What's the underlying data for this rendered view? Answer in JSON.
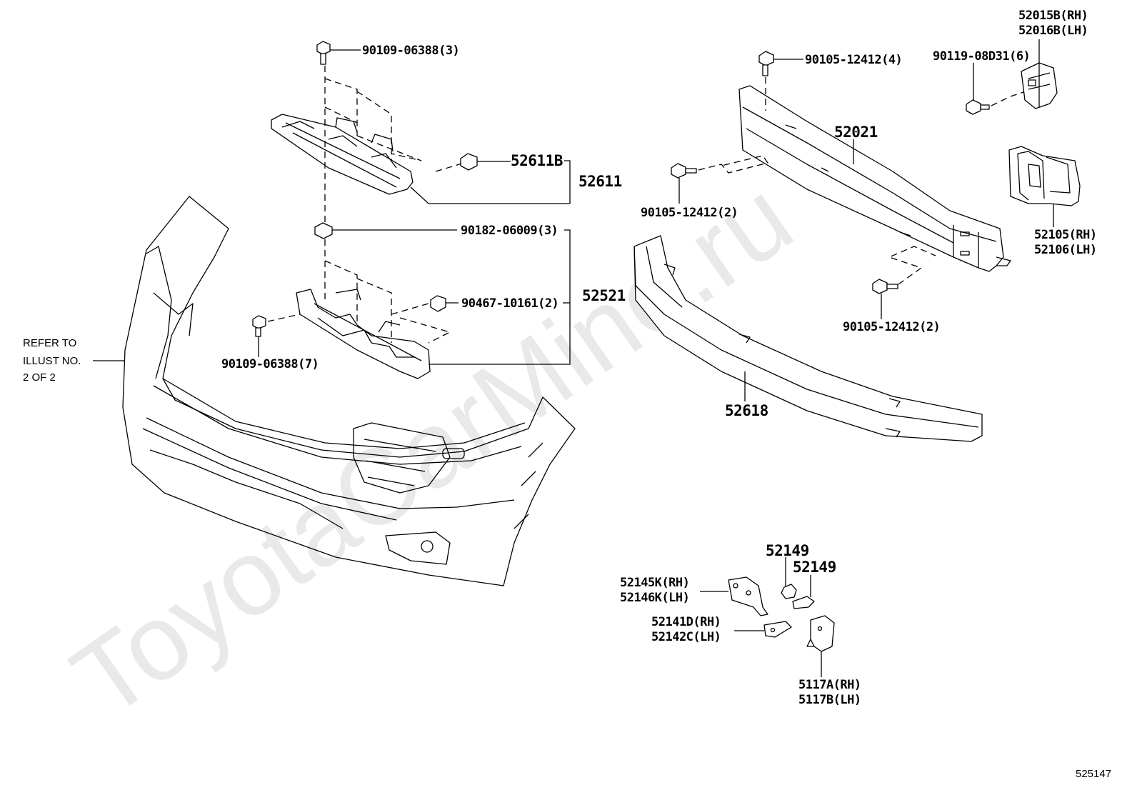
{
  "watermark": "ToyotaCarMine.ru",
  "catalog_number": "525147",
  "refer_note": [
    "REFER TO",
    "ILLUST NO.",
    "2 OF 2"
  ],
  "labels": {
    "p90109_06388_3": "90109-06388(3)",
    "p52611b": "52611B",
    "p52611": "52611",
    "p90182_06009_3": "90182-06009(3)",
    "p90467_10161_2": "90467-10161(2)",
    "p52521": "52521",
    "p90109_06388_7": "90109-06388(7)",
    "p90105_12412_4": "90105-12412(4)",
    "p90119_08d31_6": "90119-08D31(6)",
    "p52015b": "52015B(RH)",
    "p52016b": "52016B(LH)",
    "p52021": "52021",
    "p90105_12412_2a": "90105-12412(2)",
    "p52105": "52105(RH)",
    "p52106": "52106(LH)",
    "p90105_12412_2b": "90105-12412(2)",
    "p52618": "52618",
    "p52149a": "52149",
    "p52149b": "52149",
    "p52145k": "52145K(RH)",
    "p52146k": "52146K(LH)",
    "p52141d": "52141D(RH)",
    "p52142c": "52142C(LH)",
    "p5117a": "5117A(RH)",
    "p5117b": "5117B(LH)"
  }
}
